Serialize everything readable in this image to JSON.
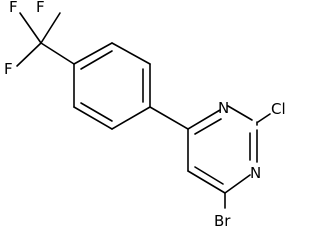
{
  "molecule": {
    "atom_labels": {
      "f1": "F",
      "f2": "F",
      "f3": "F",
      "n1": "N",
      "n3": "N",
      "cl": "Cl",
      "br": "Br"
    }
  }
}
